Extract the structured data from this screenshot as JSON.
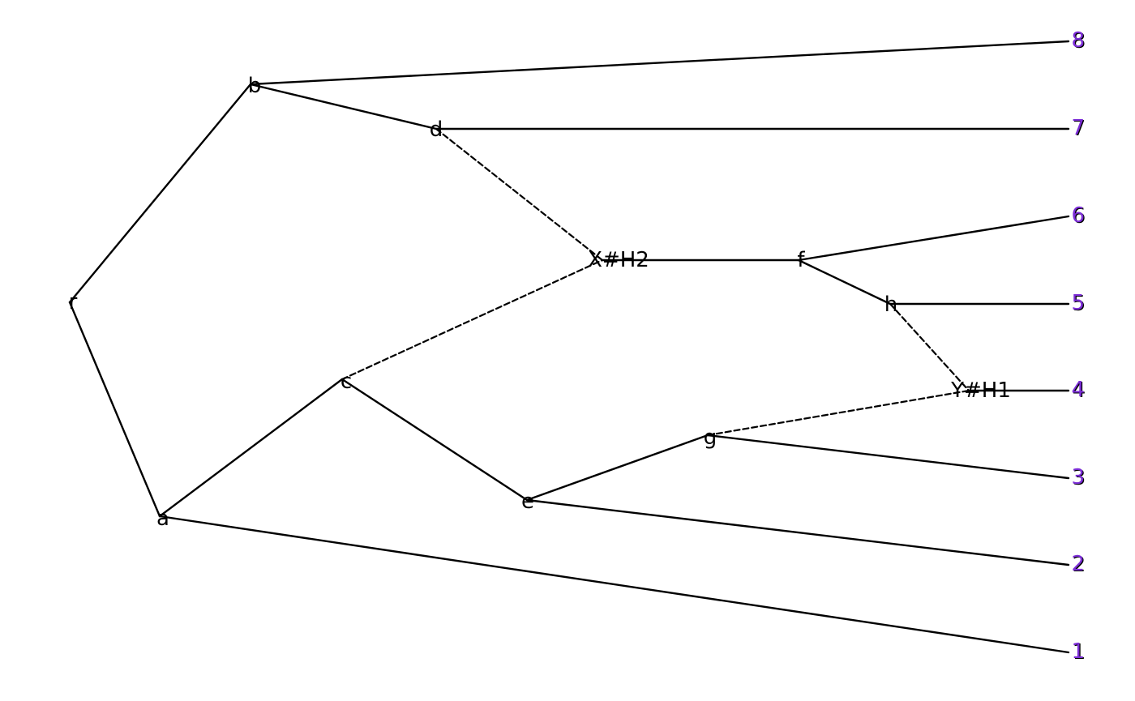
{
  "diagram": {
    "internal_nodes": [
      {
        "id": "r",
        "label": "r"
      },
      {
        "id": "b",
        "label": "b"
      },
      {
        "id": "a",
        "label": "a"
      },
      {
        "id": "d",
        "label": "d"
      },
      {
        "id": "c",
        "label": "c"
      },
      {
        "id": "e",
        "label": "e"
      },
      {
        "id": "g",
        "label": "g"
      },
      {
        "id": "f",
        "label": "f"
      },
      {
        "id": "h",
        "label": "h"
      },
      {
        "id": "X",
        "label": "X#H2"
      },
      {
        "id": "Y",
        "label": "Y#H1"
      }
    ],
    "leaves": [
      {
        "id": "L8",
        "label": "8"
      },
      {
        "id": "L7",
        "label": "7"
      },
      {
        "id": "L6",
        "label": "6"
      },
      {
        "id": "L5",
        "label": "5"
      },
      {
        "id": "L4",
        "label": "4"
      },
      {
        "id": "L3",
        "label": "3"
      },
      {
        "id": "L2",
        "label": "2"
      },
      {
        "id": "L1",
        "label": "1"
      }
    ],
    "edges": [
      {
        "from": "r",
        "to": "b",
        "style": "solid"
      },
      {
        "from": "r",
        "to": "a",
        "style": "solid"
      },
      {
        "from": "b",
        "to": "L8",
        "style": "solid"
      },
      {
        "from": "b",
        "to": "d",
        "style": "solid"
      },
      {
        "from": "d",
        "to": "L7",
        "style": "solid"
      },
      {
        "from": "d",
        "to": "X",
        "style": "dashed"
      },
      {
        "from": "a",
        "to": "c",
        "style": "solid"
      },
      {
        "from": "a",
        "to": "L1",
        "style": "solid"
      },
      {
        "from": "c",
        "to": "X",
        "style": "dashed"
      },
      {
        "from": "c",
        "to": "e",
        "style": "solid"
      },
      {
        "from": "e",
        "to": "g",
        "style": "solid"
      },
      {
        "from": "e",
        "to": "L2",
        "style": "solid"
      },
      {
        "from": "g",
        "to": "L3",
        "style": "solid"
      },
      {
        "from": "g",
        "to": "Y",
        "style": "dashed"
      },
      {
        "from": "X",
        "to": "f",
        "style": "solid"
      },
      {
        "from": "f",
        "to": "L6",
        "style": "solid"
      },
      {
        "from": "f",
        "to": "h",
        "style": "solid"
      },
      {
        "from": "h",
        "to": "L5",
        "style": "solid"
      },
      {
        "from": "h",
        "to": "Y",
        "style": "dashed"
      },
      {
        "from": "Y",
        "to": "L4",
        "style": "solid"
      }
    ],
    "colors": {
      "edge": "#000000",
      "leaf_label": "#7b2cd6",
      "background": "#ffffff"
    }
  }
}
